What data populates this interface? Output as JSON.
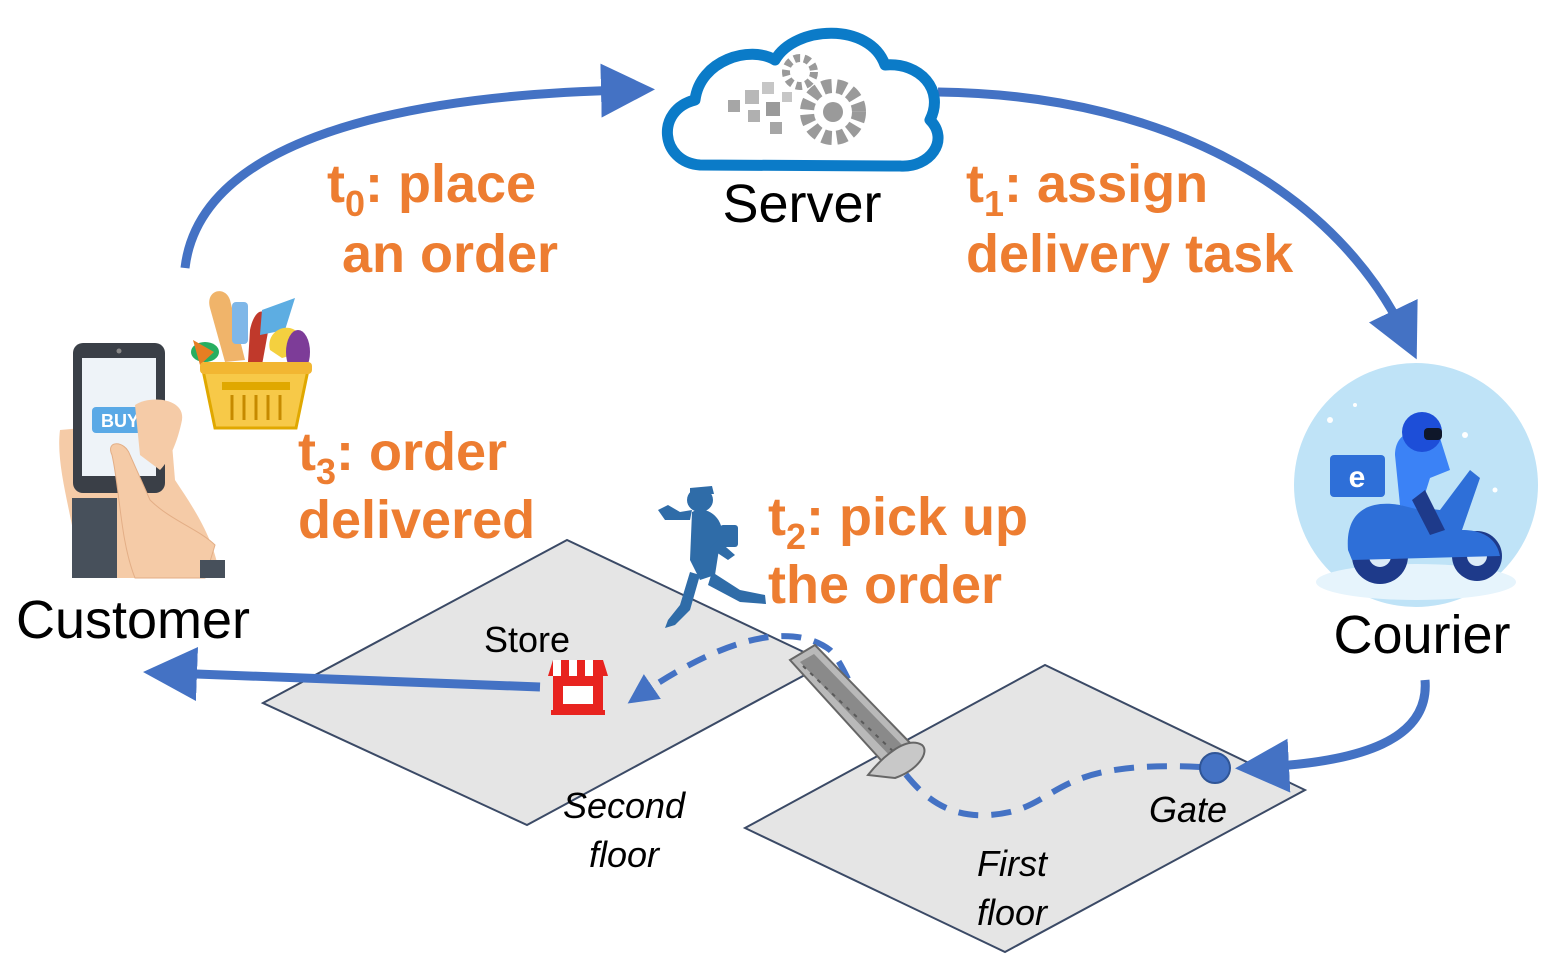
{
  "colors": {
    "accent": "#ED7D31",
    "arrow": "#4472C4",
    "store": "#E8231F",
    "floor": "#E5E5E5",
    "courier_bg": "#BFE3F7"
  },
  "nodes": {
    "server": "Server",
    "customer": "Customer",
    "courier": "Courier",
    "store": "Store",
    "gate": "Gate"
  },
  "phone": {
    "buy": "BUY"
  },
  "floors": {
    "second_line1": "Second",
    "second_line2": "floor",
    "first_line1": "First",
    "first_line2": "floor"
  },
  "steps": {
    "t0": {
      "prefix": "t",
      "sub": "0",
      "line1": ": place",
      "line2": "an order"
    },
    "t1": {
      "prefix": "t",
      "sub": "1",
      "line1": ": assign",
      "line2": "delivery task"
    },
    "t2": {
      "prefix": "t",
      "sub": "2",
      "line1": ": pick up",
      "line2": "the order"
    },
    "t3": {
      "prefix": "t",
      "sub": "3",
      "line1": ": order",
      "line2": "delivered"
    }
  },
  "icons": {
    "server": "cloud-gear-icon",
    "customer": "phone-hand-icon",
    "basket": "grocery-basket-icon",
    "courier": "scooter-courier-icon",
    "runner": "running-courier-icon",
    "store": "store-icon",
    "escalator": "escalator-icon"
  }
}
